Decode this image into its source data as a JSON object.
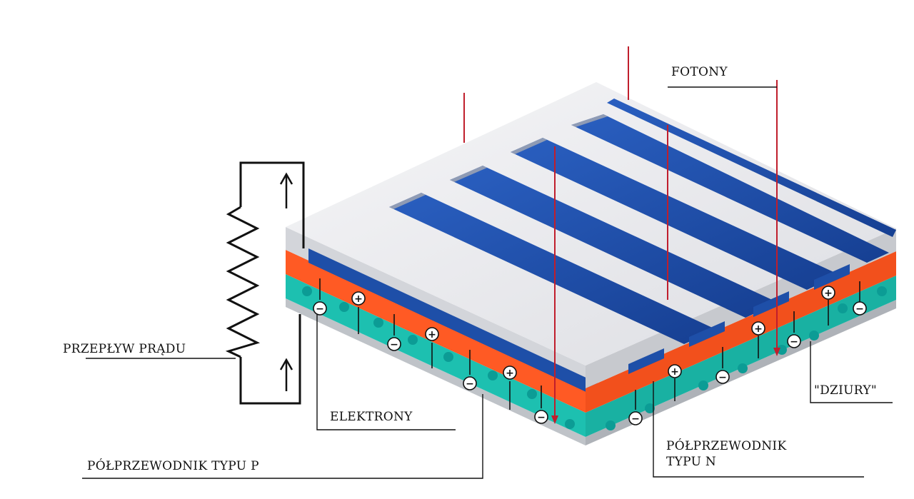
{
  "labels": {
    "photons": "FOTONY",
    "current_flow": "PRZEPŁYW PRĄDU",
    "electrons": "ELEKTRONY",
    "p_type": "PÓŁPRZEWODNIK TYPU P",
    "n_type_line1": "PÓŁPRZEWODNIK",
    "n_type_line2": "TYPU N",
    "holes": "\"DZIURY\""
  },
  "charges": {
    "electron_symbol": "−",
    "hole_symbol": "+"
  },
  "colors": {
    "electrode_white": "#ececf0",
    "electrode_shadow": "#a9abb3",
    "blue_strip": "#1e4fa8",
    "n_layer_orange": "#ff5a24",
    "p_layer_teal": "#1dc0b0",
    "teal_dot": "#0c9c95",
    "base_grey": "#bfc3c8",
    "photon_red": "#c01e2c",
    "circuit_black": "#111111"
  }
}
